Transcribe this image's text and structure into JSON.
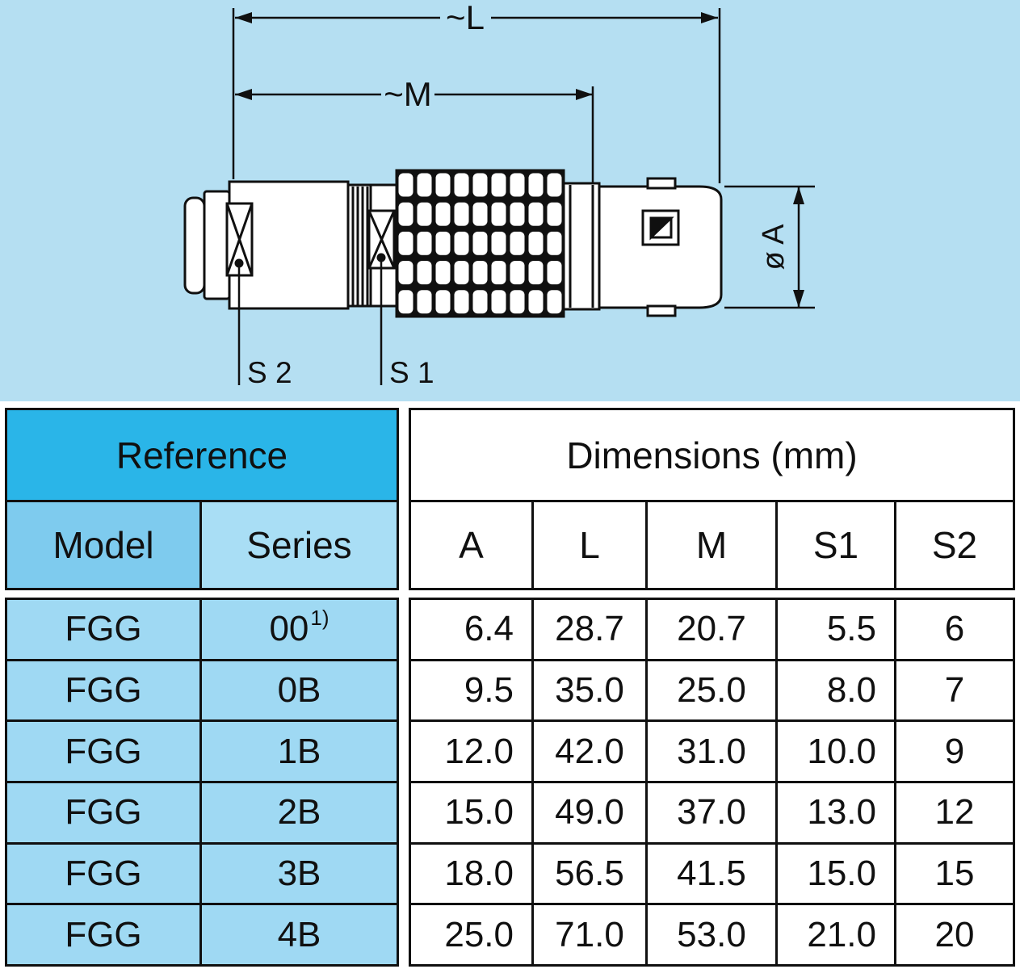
{
  "drawing": {
    "labels": {
      "L": "~L",
      "M": "~M",
      "A": "ø A",
      "S2": "S 2",
      "S1": "S 1"
    }
  },
  "colors": {
    "drawing_bg": "#b5dff2",
    "reference_header_bg": "#2ab5e8",
    "model_header_bg": "#7ecbee",
    "series_header_bg": "#a9def5",
    "data_row_blue_bg": "#9fd9f3",
    "line_color": "#101010",
    "table_white_bg": "#ffffff"
  },
  "reference_table": {
    "header": "Reference",
    "columns": [
      "Model",
      "Series"
    ],
    "rows": [
      {
        "model": "FGG",
        "series": "00",
        "series_sup": "1)"
      },
      {
        "model": "FGG",
        "series": "0B"
      },
      {
        "model": "FGG",
        "series": "1B"
      },
      {
        "model": "FGG",
        "series": "2B"
      },
      {
        "model": "FGG",
        "series": "3B"
      },
      {
        "model": "FGG",
        "series": "4B"
      }
    ]
  },
  "dimensions_table": {
    "header": "Dimensions (mm)",
    "columns": [
      "A",
      "L",
      "M",
      "S1",
      "S2"
    ],
    "rows": [
      {
        "A": "6.4",
        "L": "28.7",
        "M": "20.7",
        "S1": "5.5",
        "S2": "6"
      },
      {
        "A": "9.5",
        "L": "35.0",
        "M": "25.0",
        "S1": "8.0",
        "S2": "7"
      },
      {
        "A": "12.0",
        "L": "42.0",
        "M": "31.0",
        "S1": "10.0",
        "S2": "9"
      },
      {
        "A": "15.0",
        "L": "49.0",
        "M": "37.0",
        "S1": "13.0",
        "S2": "12"
      },
      {
        "A": "18.0",
        "L": "56.5",
        "M": "41.5",
        "S1": "15.0",
        "S2": "15"
      },
      {
        "A": "25.0",
        "L": "71.0",
        "M": "53.0",
        "S1": "21.0",
        "S2": "20"
      }
    ]
  }
}
